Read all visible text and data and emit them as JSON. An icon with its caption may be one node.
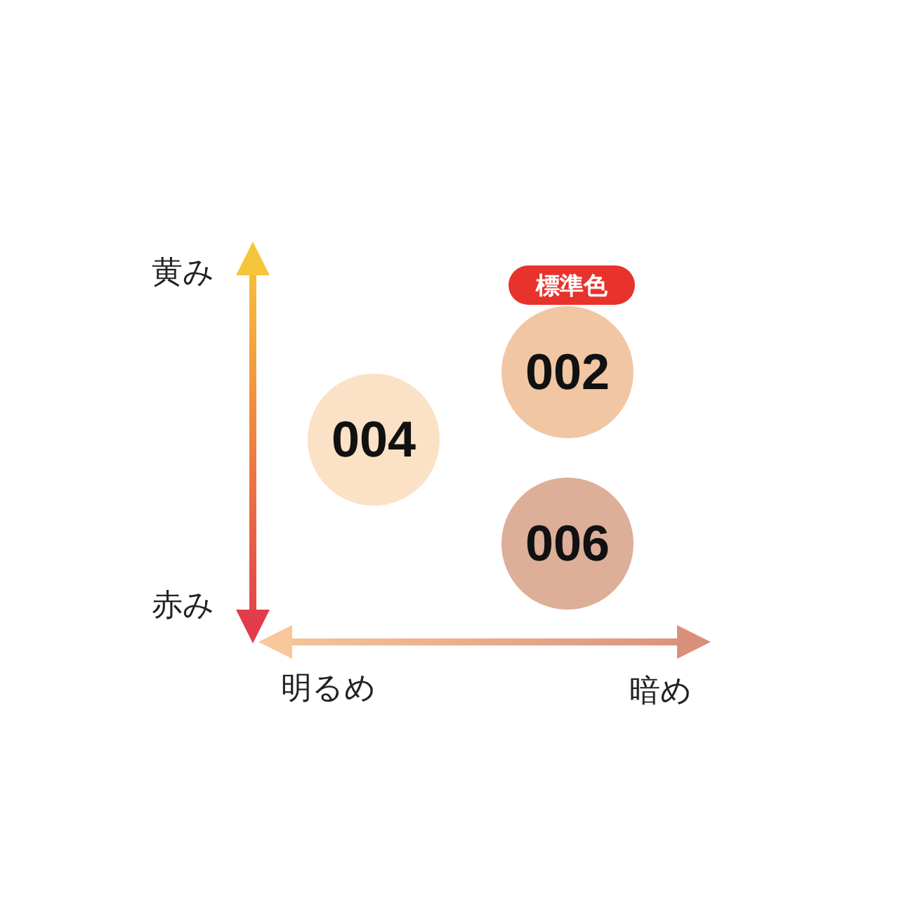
{
  "diagram": {
    "nodes": [
      {
        "text": [
          "標準色"
        ]
      },
      {
        "text": [
          "002"
        ]
      },
      {
        "text": [
          "004"
        ]
      },
      {
        "text": [
          "006"
        ]
      }
    ],
    "labels": [
      "黄み",
      "赤み",
      "明るめ",
      "暗め"
    ]
  }
}
